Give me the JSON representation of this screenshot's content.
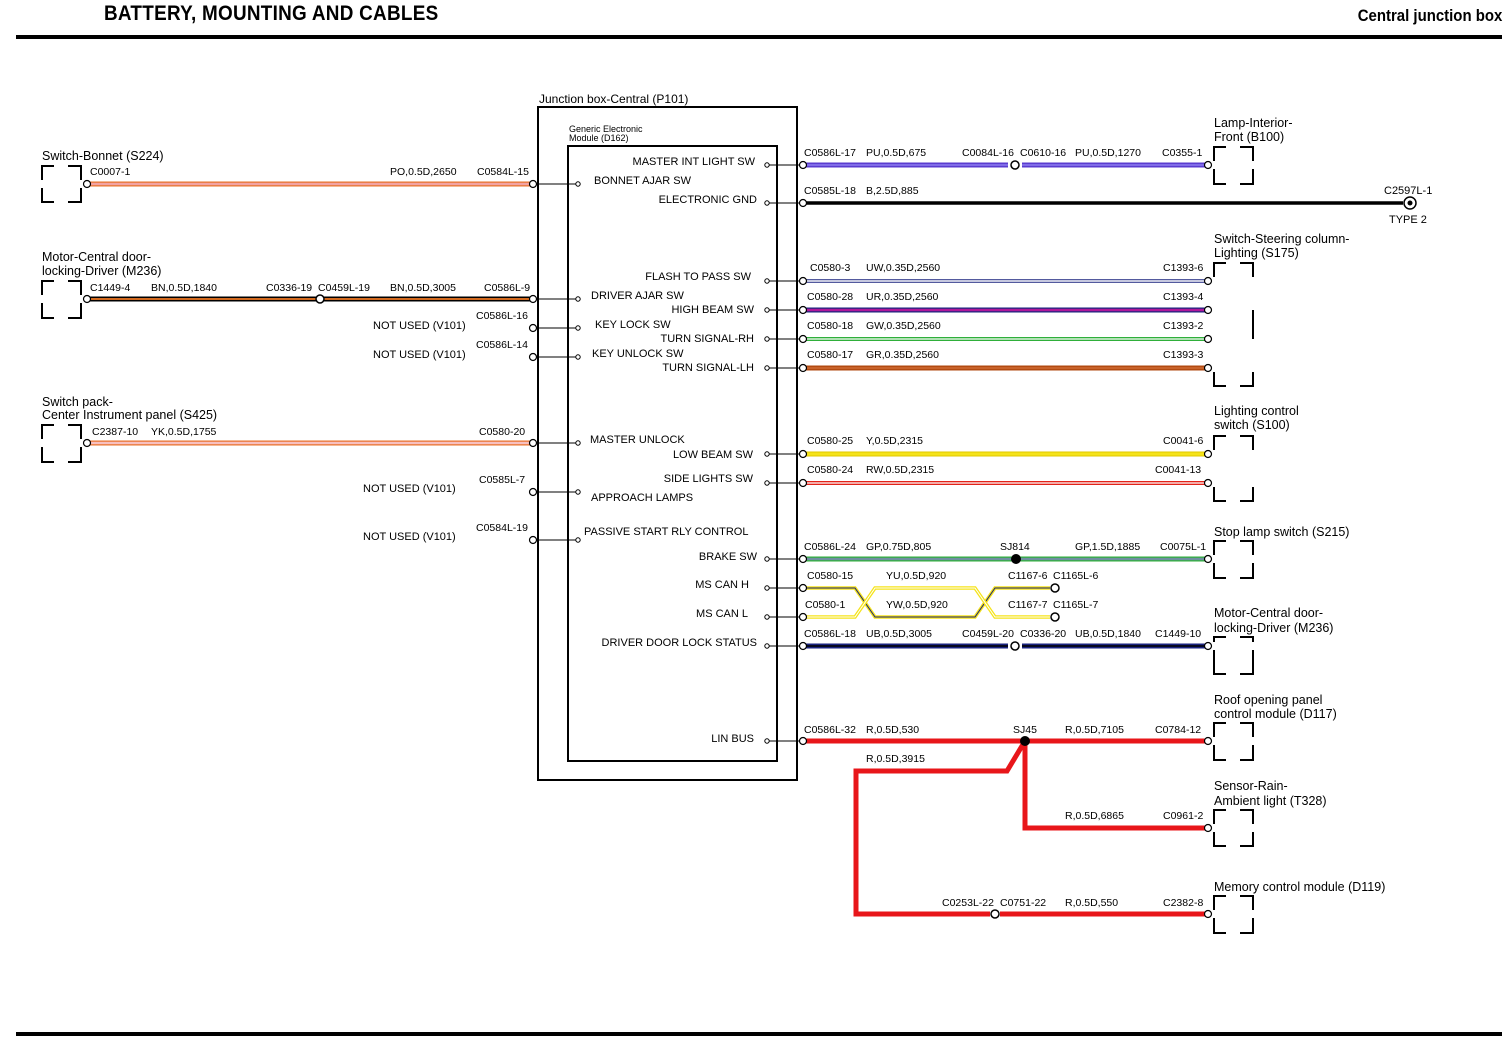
{
  "header": {
    "title": "BATTERY, MOUNTING AND CABLES",
    "section": "Central junction box"
  },
  "junction_box": {
    "title": "Junction box-Central (P101)",
    "module": [
      "Generic Electronic",
      "Module (D162)"
    ]
  },
  "pins_left": [
    "BONNET AJAR SW",
    "DRIVER AJAR SW",
    "KEY LOCK SW",
    "KEY UNLOCK SW",
    "MASTER UNLOCK",
    "APPROACH LAMPS",
    "PASSIVE START RLY CONTROL"
  ],
  "pins_right": [
    "MASTER INT LIGHT SW",
    "ELECTRONIC GND",
    "FLASH TO PASS SW",
    "HIGH BEAM SW",
    "TURN SIGNAL-RH",
    "TURN SIGNAL-LH",
    "LOW BEAM SW",
    "SIDE LIGHTS SW",
    "BRAKE SW",
    "MS CAN H",
    "MS CAN L",
    "DRIVER DOOR LOCK STATUS",
    "LIN BUS"
  ],
  "components": [
    [
      "Switch-Bonnet (S224)"
    ],
    [
      "Motor-Central door-",
      "locking-Driver (M236)"
    ],
    [
      "Switch pack-",
      "Center Instrument panel (S425)"
    ],
    [
      "Lamp-Interior-",
      "Front (B100)"
    ],
    [
      "Switch-Steering column-",
      "Lighting (S175)"
    ],
    [
      "Lighting control",
      "switch (S100)"
    ],
    [
      "Stop lamp switch (S215)"
    ],
    [
      "Motor-Central door-",
      "locking-Driver (M236)"
    ],
    [
      "Roof opening panel",
      "control module (D117)"
    ],
    [
      "Sensor-Rain-",
      "Ambient light (T328)"
    ],
    [
      "Memory control module (D119)"
    ]
  ],
  "not_used": [
    "NOT USED (V101)",
    "NOT USED (V101)",
    "NOT USED (V101)",
    "NOT USED (V101)"
  ],
  "ground": [
    "C2597L-1",
    "TYPE 2"
  ],
  "labels": [
    "C0007-1",
    "PO,0.5D,2650",
    "C0584L-15",
    "C1449-4",
    "BN,0.5D,1840",
    "C0336-19",
    "C0459L-19",
    "BN,0.5D,3005",
    "C0586L-9",
    "C0586L-16",
    "C0586L-14",
    "C2387-10",
    "YK,0.5D,1755",
    "C0580-20",
    "C0585L-7",
    "C0584L-19",
    "C0586L-17",
    "PU,0.5D,675",
    "C0084L-16",
    "C0610-16",
    "PU,0.5D,1270",
    "C0355-1",
    "C0585L-18",
    "B,2.5D,885",
    "C0580-3",
    "UW,0.35D,2560",
    "C1393-6",
    "C0580-28",
    "UR,0.35D,2560",
    "C1393-4",
    "C0580-18",
    "GW,0.35D,2560",
    "C1393-2",
    "C0580-17",
    "GR,0.35D,2560",
    "C1393-3",
    "C0580-25",
    "Y,0.5D,2315",
    "C0041-6",
    "C0580-24",
    "RW,0.5D,2315",
    "C0041-13",
    "C0586L-24",
    "GP,0.75D,805",
    "SJ814",
    "GP,1.5D,1885",
    "C0075L-1",
    "C0580-15",
    "YU,0.5D,920",
    "C1167-6",
    "C1165L-6",
    "C0580-1",
    "YW,0.5D,920",
    "C1167-7",
    "C1165L-7",
    "C0586L-18",
    "UB,0.5D,3005",
    "C0459L-20",
    "C0336-20",
    "UB,0.5D,1840",
    "C1449-10",
    "C0586L-32",
    "R,0.5D,530",
    "SJ45",
    "R,0.5D,7105",
    "C0784-12",
    "R,0.5D,3915",
    "R,0.5D,6865",
    "C0961-2",
    "C0253L-22",
    "C0751-22",
    "R,0.5D,550",
    "C2382-8"
  ],
  "colors": {
    "pink": "#F2A3A3",
    "orange": "#E8702A",
    "purple": "#5A3CCF",
    "magenta": "#B0179A",
    "green": "#2FAF3A",
    "brown": "#B24A10",
    "yellow": "#F5E31A",
    "red_white": "#E2231A",
    "gp": "#5E9A78",
    "navy": "#1A237E",
    "red": "#E8161A",
    "black": "#000000"
  }
}
